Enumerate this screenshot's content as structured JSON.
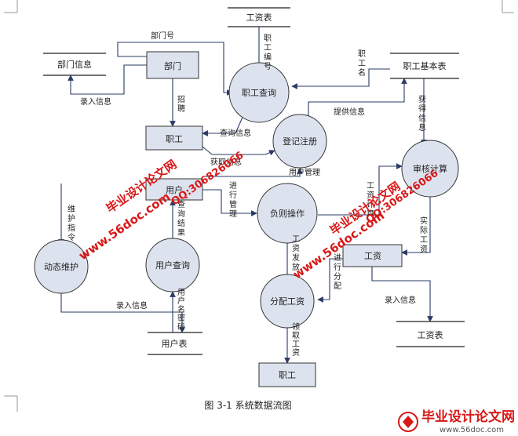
{
  "caption": "图 3-1  系统数据流图",
  "stores": {
    "salary_table_top": "工资表",
    "dept_info": "部门信息",
    "staff_basic": "职工基本表",
    "user_table": "用户表",
    "salary_table_bottom": "工资表"
  },
  "entities": {
    "dept": "部门",
    "staff_top": "职工",
    "user": "用户",
    "salary": "工资",
    "staff_bottom": "职工"
  },
  "processes": {
    "staff_query": "职工查询",
    "register": "登记注册",
    "review_calc": "审核计算",
    "admin_op": "负则操作",
    "dynamic_maint": "动态维护",
    "user_query": "用户查询",
    "distribute_salary": "分配工资"
  },
  "flows": {
    "dept_no": "部门号",
    "staff_no": "职工编号",
    "staff_name": "职工名",
    "input_info_top": "录入信息",
    "recruit": "招聘",
    "query_info": "查询信息",
    "provide_info": "提供信息",
    "get_info": "获得信息",
    "fetch_info": "获取信息",
    "user_manage": "用户管理",
    "do_manage": "进行管理",
    "salary_calc": "工资计算",
    "actual_salary": "实际工资",
    "maint_cmd": "维护指令",
    "query_result": "查询结果",
    "salary_issue": "工资发放",
    "do_distribute": "进行分配",
    "input_info_left": "录入信息",
    "input_info_right": "录入信息",
    "username_pwd": "用户名密码",
    "receive_salary": "领取工资"
  },
  "watermark": {
    "site": "www.56doc.com",
    "qq": "QQ:306826066",
    "brand": "毕业设计论文网"
  },
  "logo": {
    "title": "毕业设计论文网",
    "url": "www.56doc.com"
  }
}
